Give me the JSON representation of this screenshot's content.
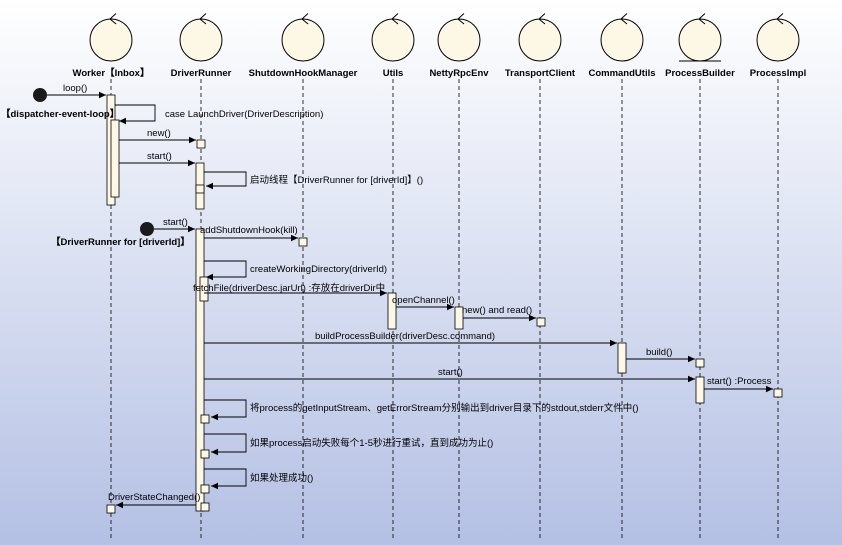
{
  "theme": {
    "bg_top": "#ffffff",
    "bg_bottom": "#b4c0e4",
    "actor_fill": "#fdf8e6",
    "activation_fill": "#fdf8e6",
    "line_color": "#000000"
  },
  "lifelines": [
    {
      "id": "worker",
      "label": "Worker【Inbox】"
    },
    {
      "id": "driverrunner",
      "label": "DriverRunner"
    },
    {
      "id": "shutdown",
      "label": "ShutdownHookManager"
    },
    {
      "id": "utils",
      "label": "Utils"
    },
    {
      "id": "netty",
      "label": "NettyRpcEnv"
    },
    {
      "id": "transport",
      "label": "TransportClient"
    },
    {
      "id": "cmdutils",
      "label": "CommandUtils"
    },
    {
      "id": "pb",
      "label": "ProcessBuilder"
    },
    {
      "id": "pimpl",
      "label": "ProcessImpl"
    }
  ],
  "threads": [
    {
      "id": "dispatcher",
      "label": "【dispatcher-event-loop】"
    },
    {
      "id": "runner",
      "label": "【DriverRunner for [driverId]】"
    }
  ],
  "messages": [
    {
      "id": "loop",
      "text": "loop()"
    },
    {
      "id": "launch",
      "text": "case LaunchDriver(DriverDescription)"
    },
    {
      "id": "new",
      "text": "new()"
    },
    {
      "id": "start1",
      "text": "start()"
    },
    {
      "id": "thread",
      "text": "启动线程【DriverRunner for [driverId]】()"
    },
    {
      "id": "start2",
      "text": "start()"
    },
    {
      "id": "hook",
      "text": "addShutdownHook(kill)"
    },
    {
      "id": "createdir",
      "text": "createWorkingDirectory(driverId)"
    },
    {
      "id": "fetch",
      "text": "fetchFile(driverDesc.jarUrl) :存放在driverDir中"
    },
    {
      "id": "openchan",
      "text": "openChannel()"
    },
    {
      "id": "newread",
      "text": "new() and read()"
    },
    {
      "id": "buildpb",
      "text": "buildProcessBuilder(driverDesc.command)"
    },
    {
      "id": "build",
      "text": "build()"
    },
    {
      "id": "start3",
      "text": "start()"
    },
    {
      "id": "startproc",
      "text": "start() :Process"
    },
    {
      "id": "stream",
      "text": "将process的getInputStream、getErrorStream分别输出到driver目录下的stdout,stderr文件中()"
    },
    {
      "id": "retry",
      "text": "如果process启动失败每个1-5秒进行重试，直到成功为止()"
    },
    {
      "id": "success",
      "text": "如果处理成功()"
    },
    {
      "id": "changed",
      "text": "DriverStateChanged()"
    }
  ]
}
